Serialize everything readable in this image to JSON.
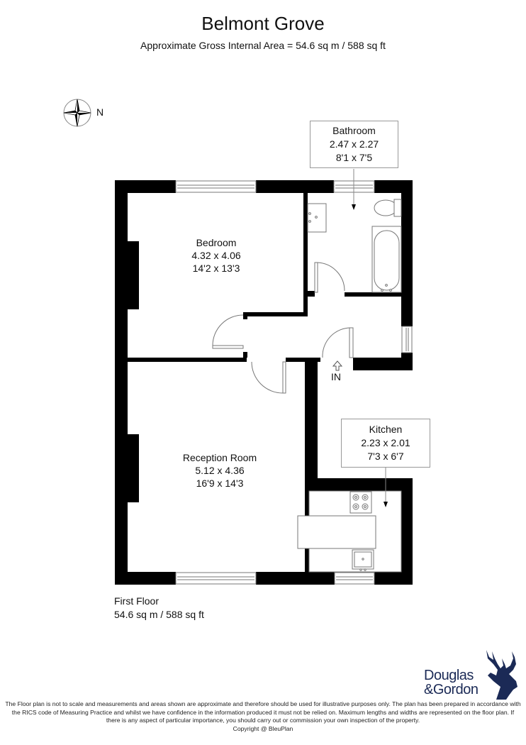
{
  "header": {
    "title": "Belmont Grove",
    "subtitle": "Approximate Gross Internal Area = 54.6 sq m / 588 sq ft"
  },
  "compass": {
    "icon": "compass-rose-icon",
    "direction_label": "N"
  },
  "rooms": [
    {
      "name": "Bedroom",
      "metric": "4.32 x 4.06",
      "imperial": "14'2 x 13'3"
    },
    {
      "name": "Bathroom",
      "metric": "2.47 x 2.27",
      "imperial": "8'1 x 7'5"
    },
    {
      "name": "Reception Room",
      "metric": "5.12 x 4.36",
      "imperial": "16'9 x 14'3"
    },
    {
      "name": "Kitchen",
      "metric": "2.23 x 2.01",
      "imperial": "7'3 x 6'7"
    }
  ],
  "entrance": {
    "label": "IN",
    "icon": "entrance-arrow-icon"
  },
  "floor": {
    "name": "First Floor",
    "area": "54.6 sq m / 588 sq ft"
  },
  "logo": {
    "line1": "Douglas",
    "line2": "&Gordon",
    "icon": "stag-head-icon",
    "color": "#1b2a56"
  },
  "footer": {
    "disclaimer_line1": "The Floor plan is not to scale and measurements and areas shown are approximate and therefore should be used for illustrative purposes only. The plan has been prepared in accordance with",
    "disclaimer_line2": "the RICS code of Measuring Practice and whilst we have confidence in the information produced it must not be relied on. Maximum lengths and widths are represented on the floor plan. If",
    "disclaimer_line3": "there is any aspect of particular importance, you should carry out or commission your own inspection of the property.",
    "copyright": "Copyright @ BleuPlan"
  },
  "colors": {
    "wall": "#000000",
    "fixture_line": "#777777",
    "label_border": "#999999",
    "brand": "#1b2a56"
  }
}
